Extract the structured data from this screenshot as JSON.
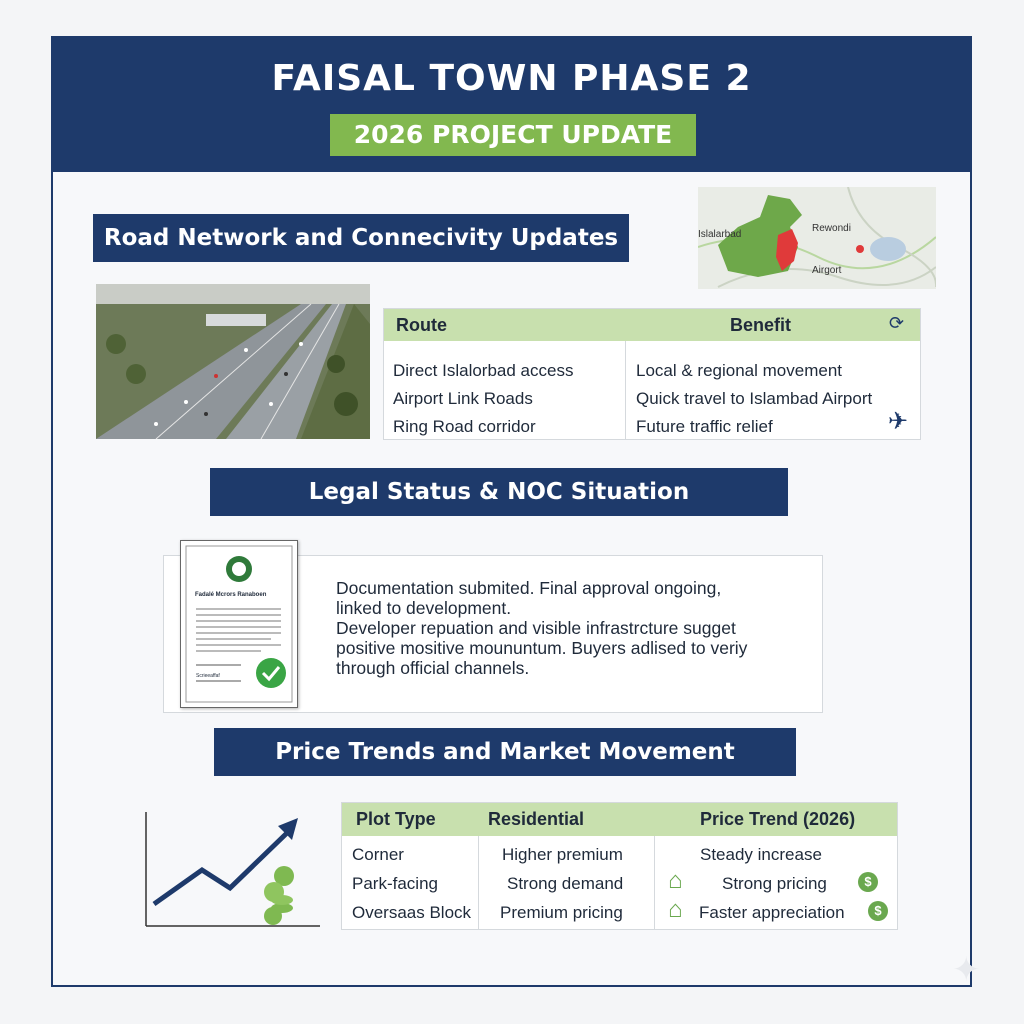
{
  "header": {
    "title": "FAISAL TOWN PHASE 2",
    "subtitle": "2026 PROJECT UPDATE"
  },
  "colors": {
    "navy": "#1e3a6b",
    "green": "#82b84f",
    "light_green": "#c8e0ae"
  },
  "road_section": {
    "heading": "Road Network and Connecivity Updates",
    "map_labels": [
      "Islalarbad",
      "Rewondi",
      "Airgort"
    ],
    "table": {
      "headers": [
        "Route",
        "Benefit"
      ],
      "rows": [
        [
          "Direct Islalorbad access",
          "Local & regional movement"
        ],
        [
          "Airport Link Roads",
          "Quick travel to Islambad Airport"
        ],
        [
          "Ring Road corridor",
          "Future traffic relief"
        ]
      ]
    },
    "icons": [
      "refresh-icon",
      "airplane-icon"
    ]
  },
  "legal_section": {
    "heading": "Legal Status & NOC Situation",
    "document_title": "Fadalé Mcrors Ranaboen",
    "document_signature": "Scrieeaffaf",
    "text_lines": [
      "Documentation submited. Final approval ongoing,",
      "linked to development.",
      "Developer repuation and visible infrastrcture sugget",
      "positive mositive moununtum. Buyers adlised to veriy",
      "through official channels."
    ]
  },
  "price_section": {
    "heading": "Price Trends and Market Movement",
    "table": {
      "headers": [
        "Plot Type",
        "Residential",
        "Price Trend (2026)"
      ],
      "rows": [
        [
          "Corner",
          "Higher premium",
          "Steady increase"
        ],
        [
          "Park-facing",
          "Strong demand",
          "Strong pricing"
        ],
        [
          "Oversaas Block",
          "Premium pricing",
          "Faster appreciation"
        ]
      ]
    }
  }
}
